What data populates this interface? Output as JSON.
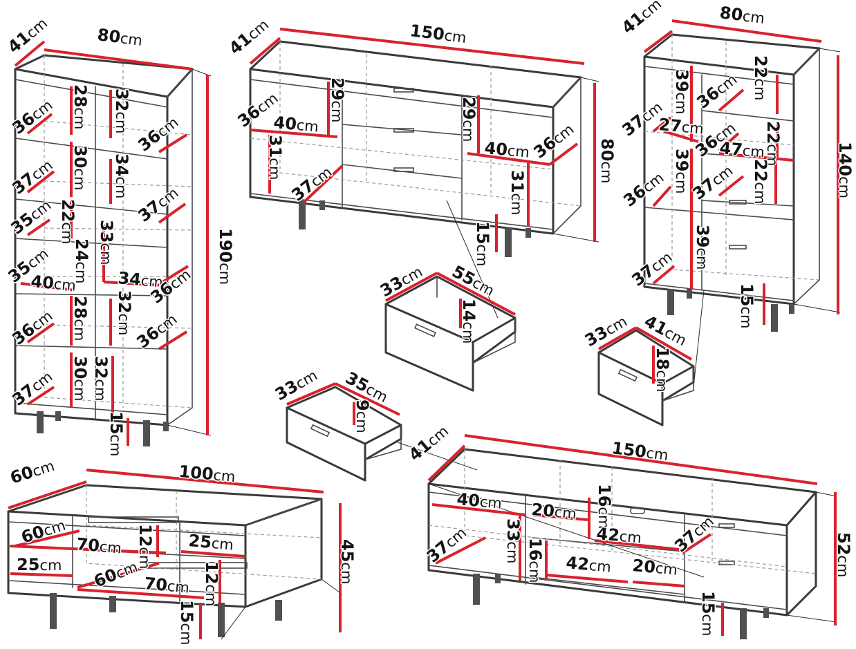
{
  "accent_color": "#d8232e",
  "line_color": "#3a3a3a",
  "items": [
    {
      "id": "bookcase",
      "dims": [
        "41cm",
        "80cm",
        "190cm",
        "28cm",
        "32cm",
        "36cm",
        "36cm",
        "30cm",
        "34cm",
        "37cm",
        "37cm",
        "22cm",
        "35cm",
        "33cm",
        "24cm",
        "35cm",
        "40cm",
        "34cm",
        "36cm",
        "28cm",
        "32cm",
        "36cm",
        "36cm",
        "30cm",
        "32cm",
        "37cm",
        "15cm"
      ]
    },
    {
      "id": "sideboard",
      "dims": [
        "41cm",
        "150cm",
        "80cm",
        "29cm",
        "36cm",
        "40cm",
        "31cm",
        "37cm",
        "29cm",
        "40cm",
        "36cm",
        "31cm",
        "15cm"
      ]
    },
    {
      "id": "highboard",
      "dims": [
        "41cm",
        "80cm",
        "140cm",
        "39cm",
        "36cm",
        "22cm",
        "37cm",
        "27cm",
        "36cm",
        "47cm",
        "22cm",
        "36cm",
        "39cm",
        "37cm",
        "22cm",
        "39cm",
        "37cm",
        "15cm"
      ]
    },
    {
      "id": "drawer-large",
      "dims": [
        "33cm",
        "55cm",
        "14cm"
      ]
    },
    {
      "id": "drawer-medium",
      "dims": [
        "33cm",
        "41cm",
        "18cm"
      ]
    },
    {
      "id": "drawer-small",
      "dims": [
        "33cm",
        "35cm",
        "9cm"
      ]
    },
    {
      "id": "coffee-table",
      "dims": [
        "60cm",
        "100cm",
        "45cm",
        "60cm",
        "70cm",
        "12cm",
        "25cm",
        "25cm",
        "60cm",
        "70cm",
        "12cm",
        "15cm"
      ]
    },
    {
      "id": "tv-stand",
      "dims": [
        "41cm",
        "150cm",
        "52cm",
        "40cm",
        "20cm",
        "16cm",
        "42cm",
        "37cm",
        "37cm",
        "33cm",
        "16cm",
        "42cm",
        "20cm",
        "15cm"
      ]
    }
  ]
}
